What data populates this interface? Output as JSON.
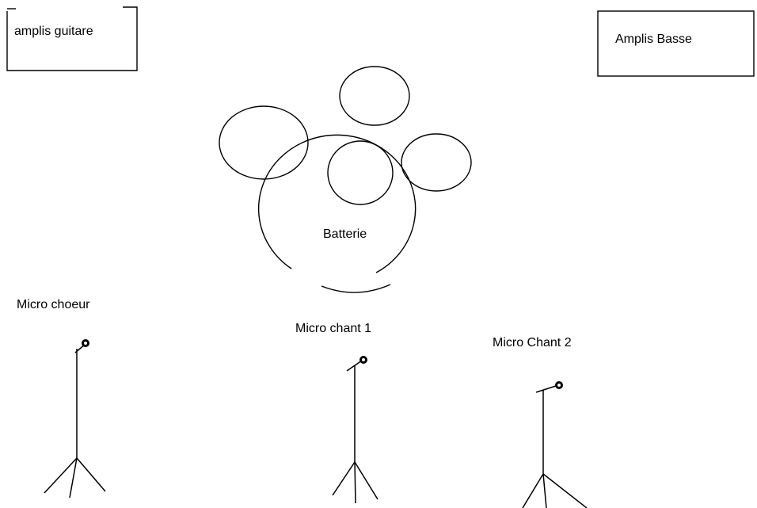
{
  "diagram": {
    "colors": {
      "background": "#ffffff",
      "stroke": "#000000"
    },
    "amps": {
      "guitar_label": "amplis guitare",
      "bass_label": "Amplis Basse"
    },
    "drums": {
      "label": "Batterie"
    },
    "microphones": [
      {
        "label": "Micro choeur"
      },
      {
        "label": "Micro chant 1"
      },
      {
        "label": "Micro Chant 2"
      }
    ]
  }
}
